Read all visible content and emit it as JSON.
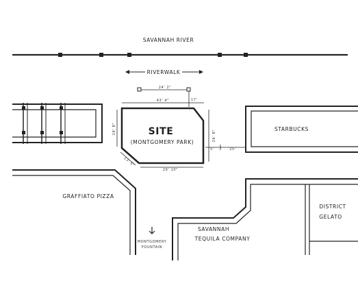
{
  "map": {
    "labels": {
      "river": "SAVANNAH RIVER",
      "riverwalk": "RIVERWALK",
      "site_title": "SITE",
      "site_subtitle": "(MONTGOMERY PARK)",
      "starbucks": "STARBUCKS",
      "graffiato": "GRAFFIATO PIZZA",
      "tequila_line1": "SAVANNAH",
      "tequila_line2": "TEQUILA COMPANY",
      "district_line1": "DISTRICT",
      "district_line2": "GELATO",
      "fountain_line1": "MONTGOMERY",
      "fountain_line2": "FOUNTAIN"
    },
    "dimensions": {
      "top_offset": "24' 2\"",
      "top_width": "43' 4\"",
      "left_height": "19' 8\"",
      "right_height": "26' 8\"",
      "bottom_width": "29' 10\"",
      "chamfer": "13' 6\"",
      "small_vertical": "17'",
      "gap_small": "5'",
      "gap_large": "25'"
    }
  }
}
